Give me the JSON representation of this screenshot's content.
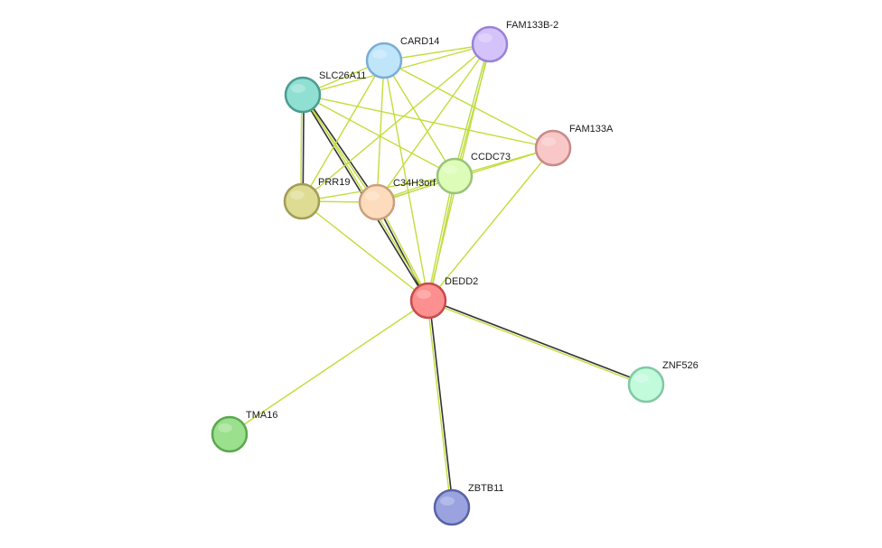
{
  "network": {
    "edge_colors": {
      "text_mining": "#c2dd3b",
      "coexpression": "#333333",
      "database": "#b9d94a"
    },
    "nodes": [
      {
        "id": "DEDD2",
        "label": "DEDD2",
        "fill": "#fc8f8f",
        "stroke": "#c84b4b"
      },
      {
        "id": "CARD14",
        "label": "CARD14",
        "fill": "#bfe5fb",
        "stroke": "#7aaed6"
      },
      {
        "id": "FAM133B-2",
        "label": "FAM133B-2",
        "fill": "#d3c3fa",
        "stroke": "#9a83d6"
      },
      {
        "id": "SLC26A11",
        "label": "SLC26A11",
        "fill": "#8fdfd2",
        "stroke": "#4a9d90"
      },
      {
        "id": "FAM133A",
        "label": "FAM133A",
        "fill": "#f9c7c7",
        "stroke": "#c98a8a"
      },
      {
        "id": "CCDC73",
        "label": "CCDC73",
        "fill": "#ddfcb8",
        "stroke": "#99c47a"
      },
      {
        "id": "PRR19",
        "label": "PRR19",
        "fill": "#dedc93",
        "stroke": "#a19d57"
      },
      {
        "id": "C34H3orf",
        "label": "C34H3orf",
        "fill": "#fddcbd",
        "stroke": "#caa07d"
      },
      {
        "id": "ZNF526",
        "label": "ZNF526",
        "fill": "#c2fadc",
        "stroke": "#80c9a3"
      },
      {
        "id": "TMA16",
        "label": "TMA16",
        "fill": "#9be08d",
        "stroke": "#5ba84f"
      },
      {
        "id": "ZBTB11",
        "label": "ZBTB11",
        "fill": "#9aa3e0",
        "stroke": "#5a63a6"
      }
    ],
    "edges": [
      {
        "source": "DEDD2",
        "target": "ZNF526",
        "types": [
          "coexpression",
          "text_mining"
        ]
      },
      {
        "source": "DEDD2",
        "target": "ZBTB11",
        "types": [
          "coexpression",
          "text_mining"
        ]
      },
      {
        "source": "DEDD2",
        "target": "TMA16",
        "types": [
          "text_mining"
        ]
      },
      {
        "source": "DEDD2",
        "target": "C34H3orf",
        "types": [
          "coexpression",
          "text_mining"
        ]
      },
      {
        "source": "DEDD2",
        "target": "SLC26A11",
        "types": [
          "coexpression",
          "text_mining"
        ]
      },
      {
        "source": "DEDD2",
        "target": "PRR19",
        "types": [
          "text_mining"
        ]
      },
      {
        "source": "DEDD2",
        "target": "CCDC73",
        "types": [
          "text_mining",
          "database"
        ]
      },
      {
        "source": "DEDD2",
        "target": "FAM133A",
        "types": [
          "text_mining"
        ]
      },
      {
        "source": "DEDD2",
        "target": "CARD14",
        "types": [
          "text_mining"
        ]
      },
      {
        "source": "DEDD2",
        "target": "FAM133B-2",
        "types": [
          "text_mining"
        ]
      },
      {
        "source": "SLC26A11",
        "target": "PRR19",
        "types": [
          "coexpression",
          "text_mining"
        ]
      },
      {
        "source": "SLC26A11",
        "target": "C34H3orf",
        "types": [
          "coexpression",
          "text_mining"
        ]
      },
      {
        "source": "SLC26A11",
        "target": "CARD14",
        "types": [
          "text_mining"
        ]
      },
      {
        "source": "SLC26A11",
        "target": "FAM133B-2",
        "types": [
          "text_mining"
        ]
      },
      {
        "source": "SLC26A11",
        "target": "FAM133A",
        "types": [
          "text_mining"
        ]
      },
      {
        "source": "SLC26A11",
        "target": "CCDC73",
        "types": [
          "text_mining"
        ]
      },
      {
        "source": "CARD14",
        "target": "FAM133B-2",
        "types": [
          "text_mining"
        ]
      },
      {
        "source": "CARD14",
        "target": "PRR19",
        "types": [
          "text_mining"
        ]
      },
      {
        "source": "CARD14",
        "target": "C34H3orf",
        "types": [
          "text_mining"
        ]
      },
      {
        "source": "CARD14",
        "target": "CCDC73",
        "types": [
          "text_mining"
        ]
      },
      {
        "source": "CARD14",
        "target": "FAM133A",
        "types": [
          "text_mining"
        ]
      },
      {
        "source": "FAM133B-2",
        "target": "CCDC73",
        "types": [
          "text_mining",
          "database"
        ]
      },
      {
        "source": "FAM133B-2",
        "target": "C34H3orf",
        "types": [
          "text_mining"
        ]
      },
      {
        "source": "FAM133B-2",
        "target": "PRR19",
        "types": [
          "text_mining"
        ]
      },
      {
        "source": "FAM133A",
        "target": "CCDC73",
        "types": [
          "text_mining"
        ]
      },
      {
        "source": "FAM133A",
        "target": "C34H3orf",
        "types": [
          "text_mining"
        ]
      },
      {
        "source": "PRR19",
        "target": "C34H3orf",
        "types": [
          "text_mining"
        ]
      },
      {
        "source": "PRR19",
        "target": "CCDC73",
        "types": [
          "text_mining"
        ]
      },
      {
        "source": "C34H3orf",
        "target": "CCDC73",
        "types": [
          "text_mining",
          "database"
        ]
      }
    ]
  }
}
